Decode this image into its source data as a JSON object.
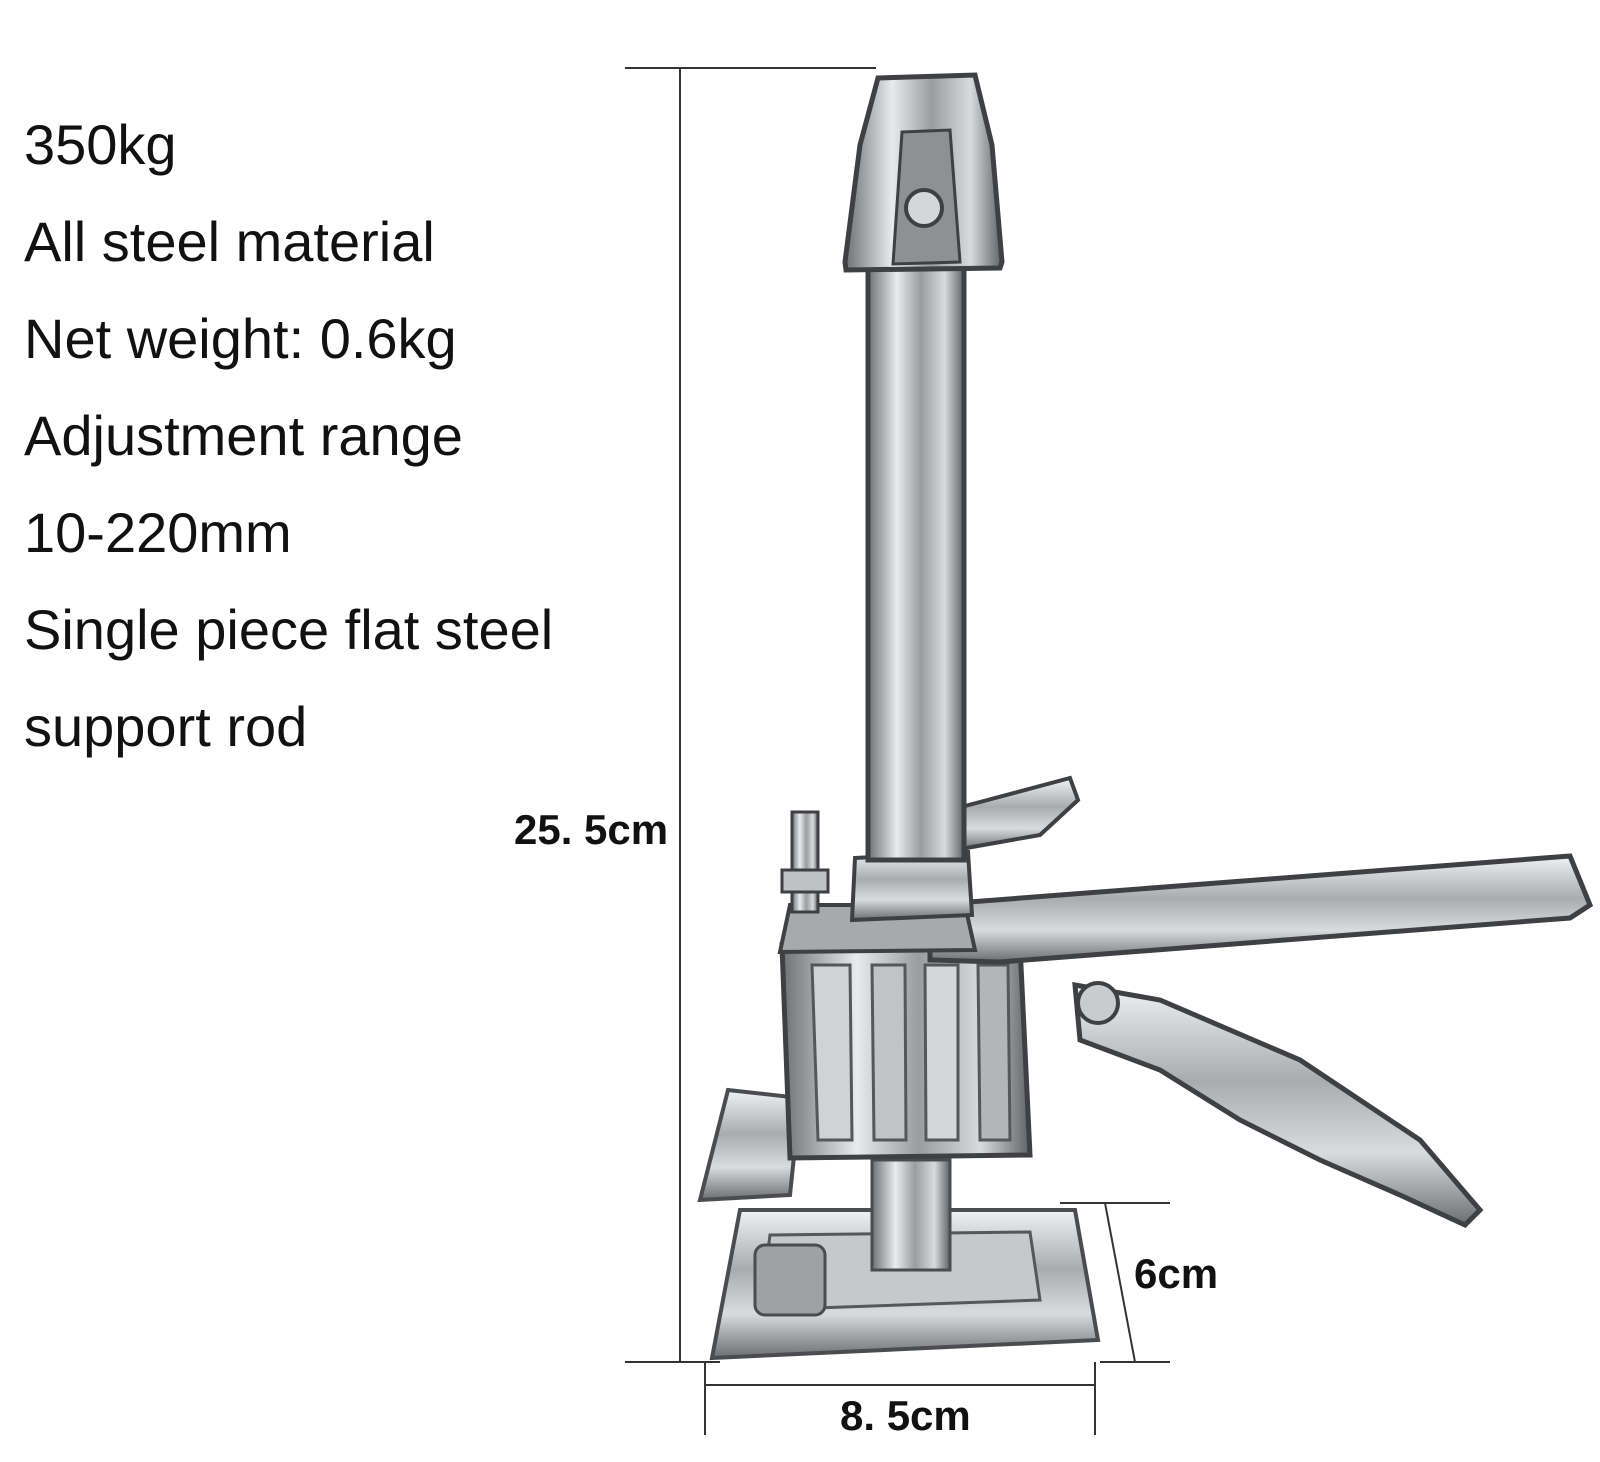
{
  "specs": {
    "lines": [
      "350kg",
      "All steel material",
      "Net weight: 0.6kg",
      "Adjustment range",
      "10-220mm",
      "Single piece flat steel",
      "support rod"
    ]
  },
  "dimensions": {
    "height": "25. 5cm",
    "depth": "6cm",
    "width": "8. 5cm"
  },
  "colors": {
    "steel": "#b7b9bc",
    "steel_dark": "#4a4c50",
    "background": "#ffffff"
  }
}
